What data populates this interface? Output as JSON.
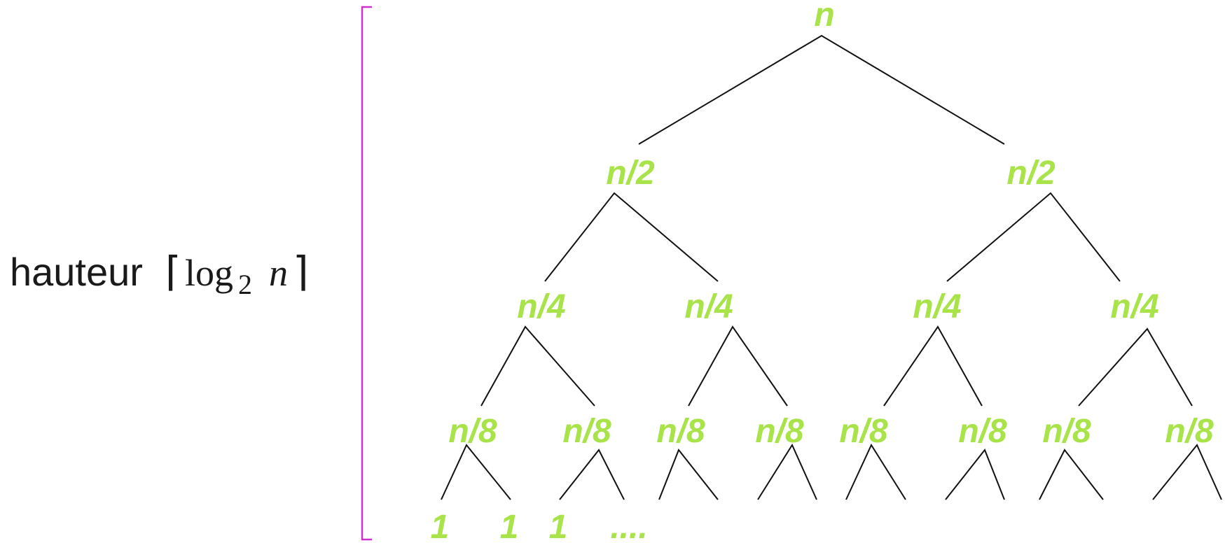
{
  "height_annotation": {
    "word": "hauteur",
    "ceil_left": "⌈",
    "log": "log",
    "base": "2",
    "variable": "n",
    "ceil_right": "⌉"
  },
  "tree": {
    "root": "n",
    "level_1": [
      "n/2",
      "n/2"
    ],
    "level_2": [
      "n/4",
      "n/4",
      "n/4",
      "n/4"
    ],
    "level_3": [
      "n/8",
      "n/8",
      "n/8",
      "n/8",
      "n/8",
      "n/8",
      "n/8",
      "n/8"
    ],
    "leaves": [
      "1",
      "1",
      "1",
      "...."
    ]
  },
  "colors": {
    "node_label": "#a8e34a",
    "bracket": "#cc33cc",
    "edges": "#111111"
  }
}
